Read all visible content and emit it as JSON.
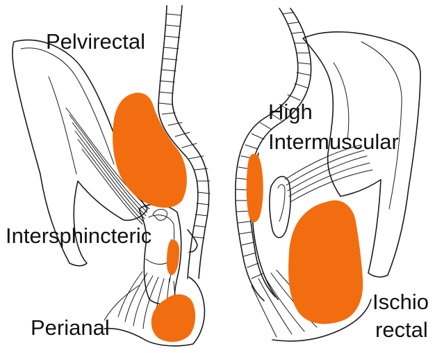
{
  "diagram": {
    "labels": {
      "pelvirectal": "Pelvirectal",
      "high": "High",
      "intermuscular": "Intermuscular",
      "intersphincteric": "Intersphincteric",
      "perianal": "Perianal",
      "ischio": "Ischio",
      "rectal": "rectal"
    },
    "colors": {
      "abscess": "#f26d0f",
      "line": "#1a1a1a",
      "background": "#ffffff"
    }
  }
}
